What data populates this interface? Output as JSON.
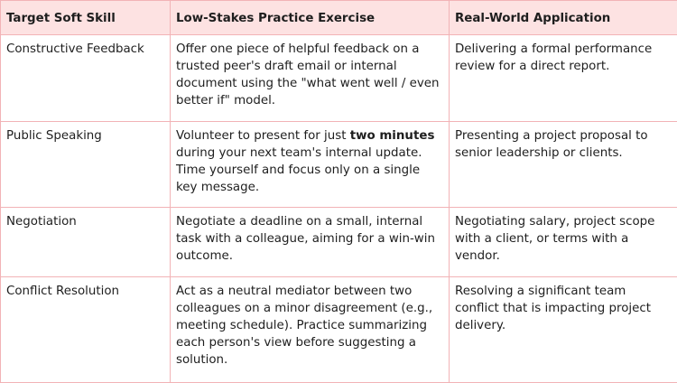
{
  "headers": {
    "skill": "Target Soft Skill",
    "practice": "Low-Stakes Practice Exercise",
    "application": "Real-World Application"
  },
  "rows": [
    {
      "skill": "Constructive Feedback",
      "practice": "Offer one piece of helpful feedback on a trusted peer's draft email or internal document using the \"what went well / even better if\" model.",
      "application": "Delivering a formal performance review for a direct report."
    },
    {
      "skill": "Public Speaking",
      "practice_pre": "Volunteer to present for just ",
      "practice_bold": "two minutes",
      "practice_post": " during your next team's internal update. Time yourself and focus only on a single key message.",
      "application": "Presenting a project proposal to senior leadership or clients."
    },
    {
      "skill": "Negotiation",
      "practice": "Negotiate a deadline on a small, internal task with a colleague, aiming for a win-win outcome.",
      "application": "Negotiating salary, project scope with a client, or terms with a vendor."
    },
    {
      "skill": "Conflict Resolution",
      "practice": "Act as a neutral mediator between two colleagues on a minor disagreement (e.g., meeting schedule). Practice summarizing each person's view before suggesting a solution.",
      "application": "Resolving a significant team conflict that is impacting project delivery."
    }
  ],
  "colors": {
    "border": "#f2b3b6",
    "header_bg": "#fde2e2",
    "text": "#1e1e1e"
  }
}
